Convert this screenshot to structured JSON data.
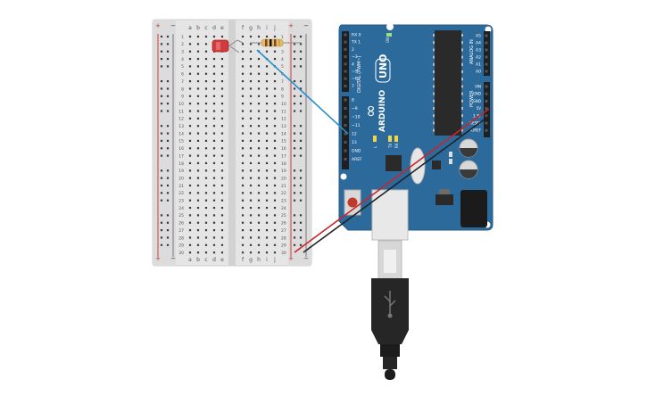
{
  "breadboard": {
    "columns_left": [
      "a",
      "b",
      "c",
      "d",
      "e"
    ],
    "columns_right": [
      "f",
      "g",
      "h",
      "i",
      "j"
    ],
    "rows": [
      "1",
      "2",
      "3",
      "4",
      "5",
      "6",
      "7",
      "8",
      "9",
      "10",
      "11",
      "12",
      "13",
      "14",
      "15",
      "16",
      "17",
      "18",
      "19",
      "20",
      "21",
      "22",
      "23",
      "24",
      "25",
      "26",
      "27",
      "28",
      "29",
      "30"
    ],
    "rail_plus": "+",
    "rail_minus": "−"
  },
  "arduino": {
    "brand": "ARDUINO",
    "model": "UNO",
    "logo": "∞",
    "digital_header_label": "DIGITAL (PWM~)",
    "analog_header_label": "ANALOG IN",
    "power_header_label": "POWER",
    "on_label": "ON",
    "tx_label": "TX",
    "rx_label": "RX",
    "l_label": "L",
    "digital_pins": [
      "RX 0",
      "TX 1",
      "2",
      "~3",
      "4",
      "~5",
      "~6",
      "7",
      "8",
      "~9",
      "~10",
      "~11",
      "12",
      "13",
      "GND",
      "AREF"
    ],
    "analog_pins": [
      "A5",
      "A4",
      "A3",
      "A2",
      "A1",
      "A0"
    ],
    "power_pins": [
      "VIN",
      "GND",
      "GND",
      "5V",
      "3.3V",
      "RESET",
      "IOREF"
    ]
  },
  "colors": {
    "board_blue": "#2c6a9b",
    "wire_red": "#c8262a",
    "wire_black": "#222222",
    "wire_blue": "#2a8fc9",
    "led_red": "#d23b3b"
  }
}
